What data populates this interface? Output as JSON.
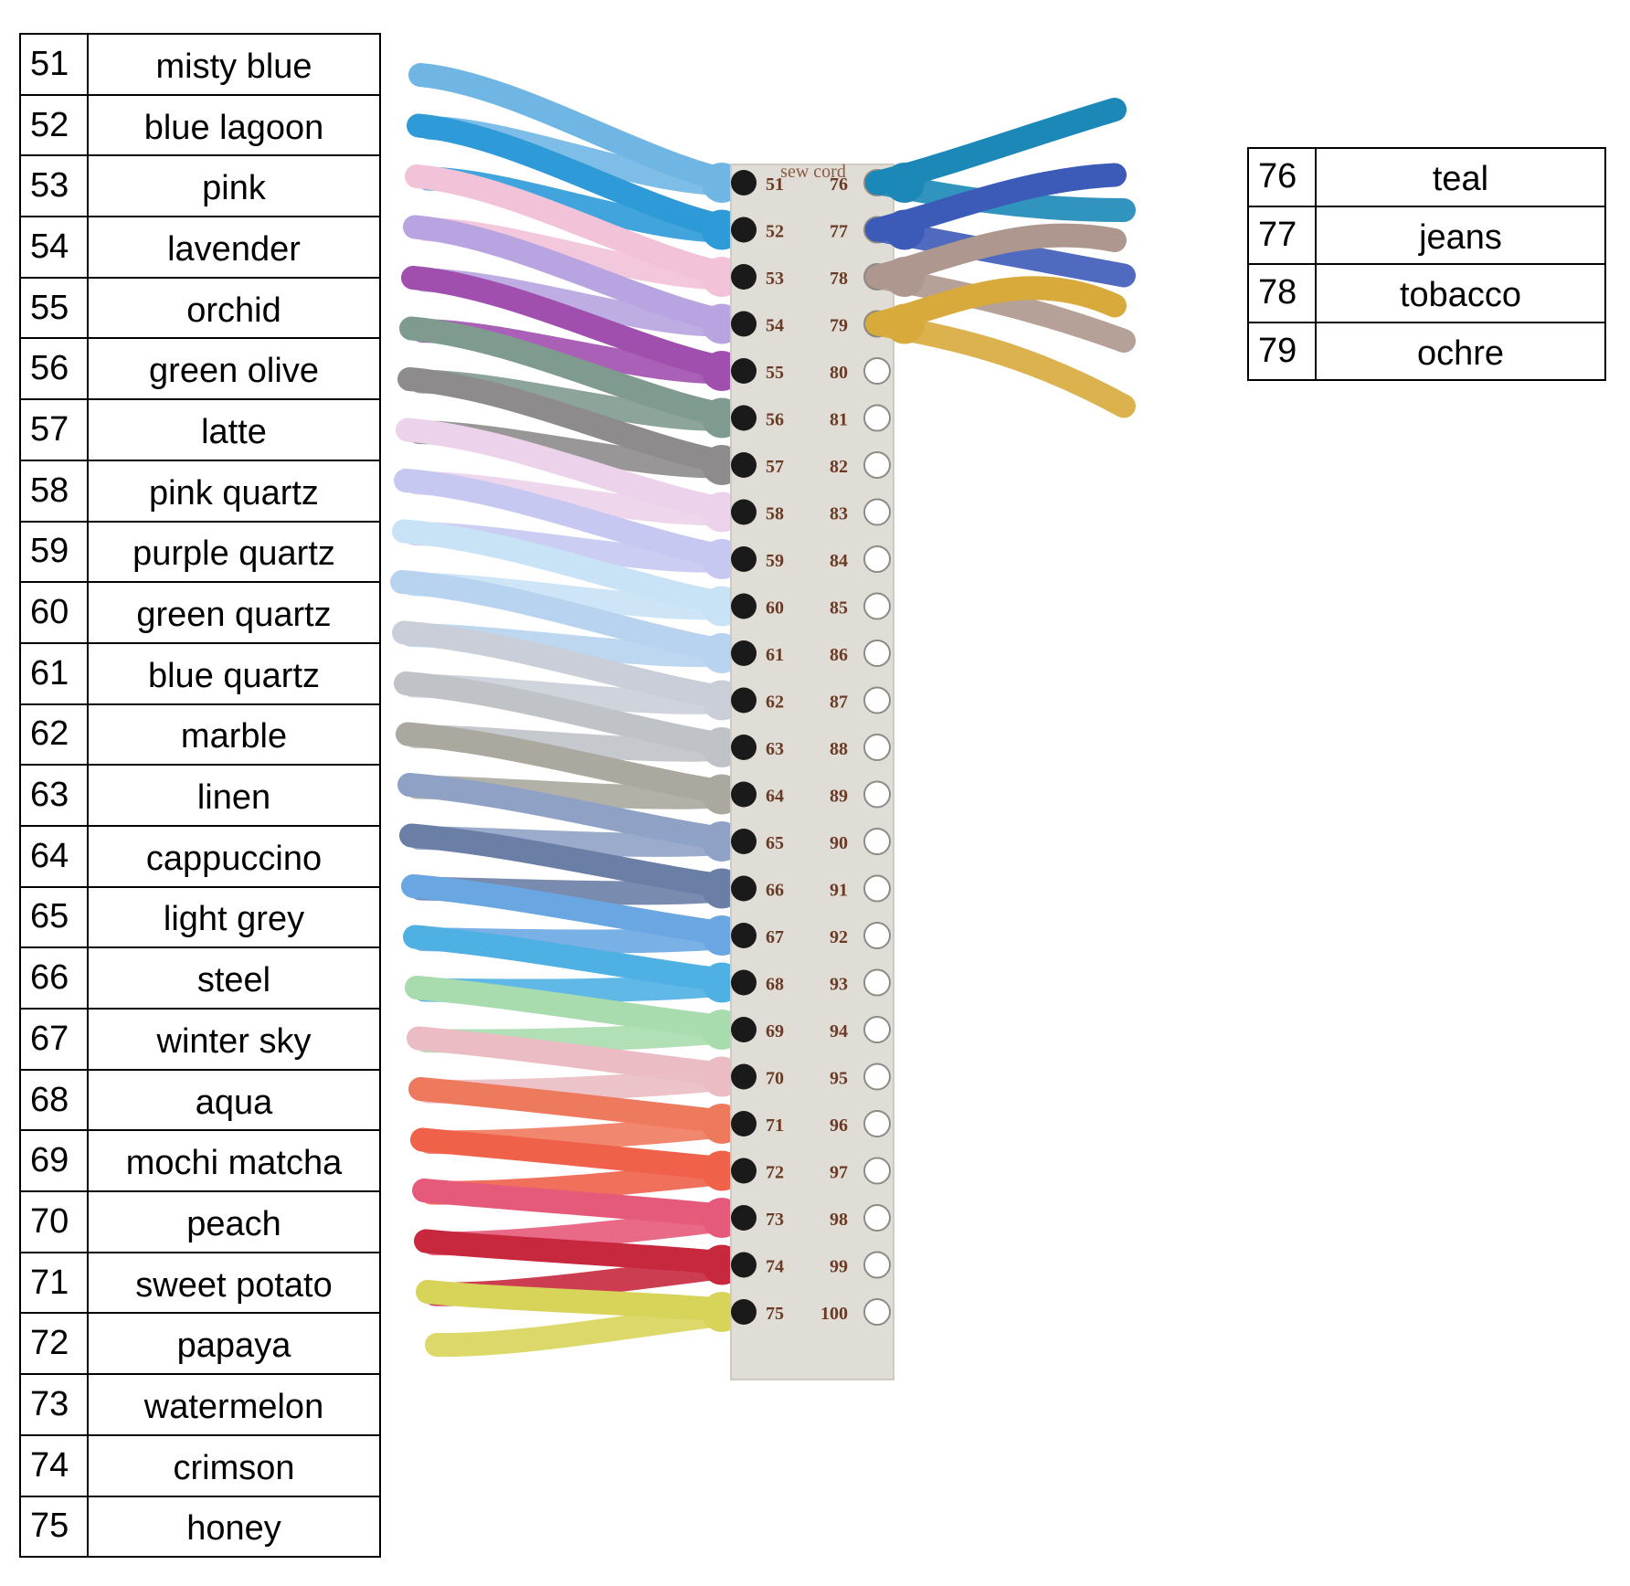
{
  "board_label": "sew cord",
  "left_colors": [
    {
      "num": "51",
      "name": "misty blue",
      "color": "#6fb6e4"
    },
    {
      "num": "52",
      "name": "blue lagoon",
      "color": "#2e9ad8"
    },
    {
      "num": "53",
      "name": "pink",
      "color": "#f2c2d8"
    },
    {
      "num": "54",
      "name": "lavender",
      "color": "#b7a4e0"
    },
    {
      "num": "55",
      "name": "orchid",
      "color": "#a04fae"
    },
    {
      "num": "56",
      "name": "green olive",
      "color": "#7f9a8e"
    },
    {
      "num": "57",
      "name": "latte",
      "color": "#8e8b8d"
    },
    {
      "num": "58",
      "name": "pink quartz",
      "color": "#ecd2ea"
    },
    {
      "num": "59",
      "name": "purple quartz",
      "color": "#c6c8f2"
    },
    {
      "num": "60",
      "name": "green quartz",
      "color": "#c8e2f6"
    },
    {
      "num": "61",
      "name": "blue quartz",
      "color": "#b7d3f0"
    },
    {
      "num": "62",
      "name": "marble",
      "color": "#c9ced8"
    },
    {
      "num": "63",
      "name": "linen",
      "color": "#bfc2c6"
    },
    {
      "num": "64",
      "name": "cappuccino",
      "color": "#aaa89f"
    },
    {
      "num": "65",
      "name": "light grey",
      "color": "#8fa2c6"
    },
    {
      "num": "66",
      "name": "steel",
      "color": "#6a7ea6"
    },
    {
      "num": "67",
      "name": "winter sky",
      "color": "#6aa7e2"
    },
    {
      "num": "68",
      "name": "aqua",
      "color": "#4fb0e4"
    },
    {
      "num": "69",
      "name": "mochi matcha",
      "color": "#a8dcae"
    },
    {
      "num": "70",
      "name": "peach",
      "color": "#ebbcc4"
    },
    {
      "num": "71",
      "name": "sweet potato",
      "color": "#ee7a5e"
    },
    {
      "num": "72",
      "name": "papaya",
      "color": "#f0614a"
    },
    {
      "num": "73",
      "name": "watermelon",
      "color": "#e55a7a"
    },
    {
      "num": "74",
      "name": "crimson",
      "color": "#c8283e"
    },
    {
      "num": "75",
      "name": "honey",
      "color": "#d8d45a"
    }
  ],
  "right_colors": [
    {
      "num": "76",
      "name": "teal",
      "color": "#1b88b8"
    },
    {
      "num": "77",
      "name": "jeans",
      "color": "#3c5ab8"
    },
    {
      "num": "78",
      "name": "tobacco",
      "color": "#ae978e"
    },
    {
      "num": "79",
      "name": "ochre",
      "color": "#d8aa3c"
    }
  ],
  "board_numbers_left": [
    "51",
    "52",
    "53",
    "54",
    "55",
    "56",
    "57",
    "58",
    "59",
    "60",
    "61",
    "62",
    "63",
    "64",
    "65",
    "66",
    "67",
    "68",
    "69",
    "70",
    "71",
    "72",
    "73",
    "74",
    "75"
  ],
  "board_numbers_right": [
    "76",
    "77",
    "78",
    "79",
    "80",
    "81",
    "82",
    "83",
    "84",
    "85",
    "86",
    "87",
    "88",
    "89",
    "90",
    "91",
    "92",
    "93",
    "94",
    "95",
    "96",
    "97",
    "98",
    "99",
    "100"
  ]
}
